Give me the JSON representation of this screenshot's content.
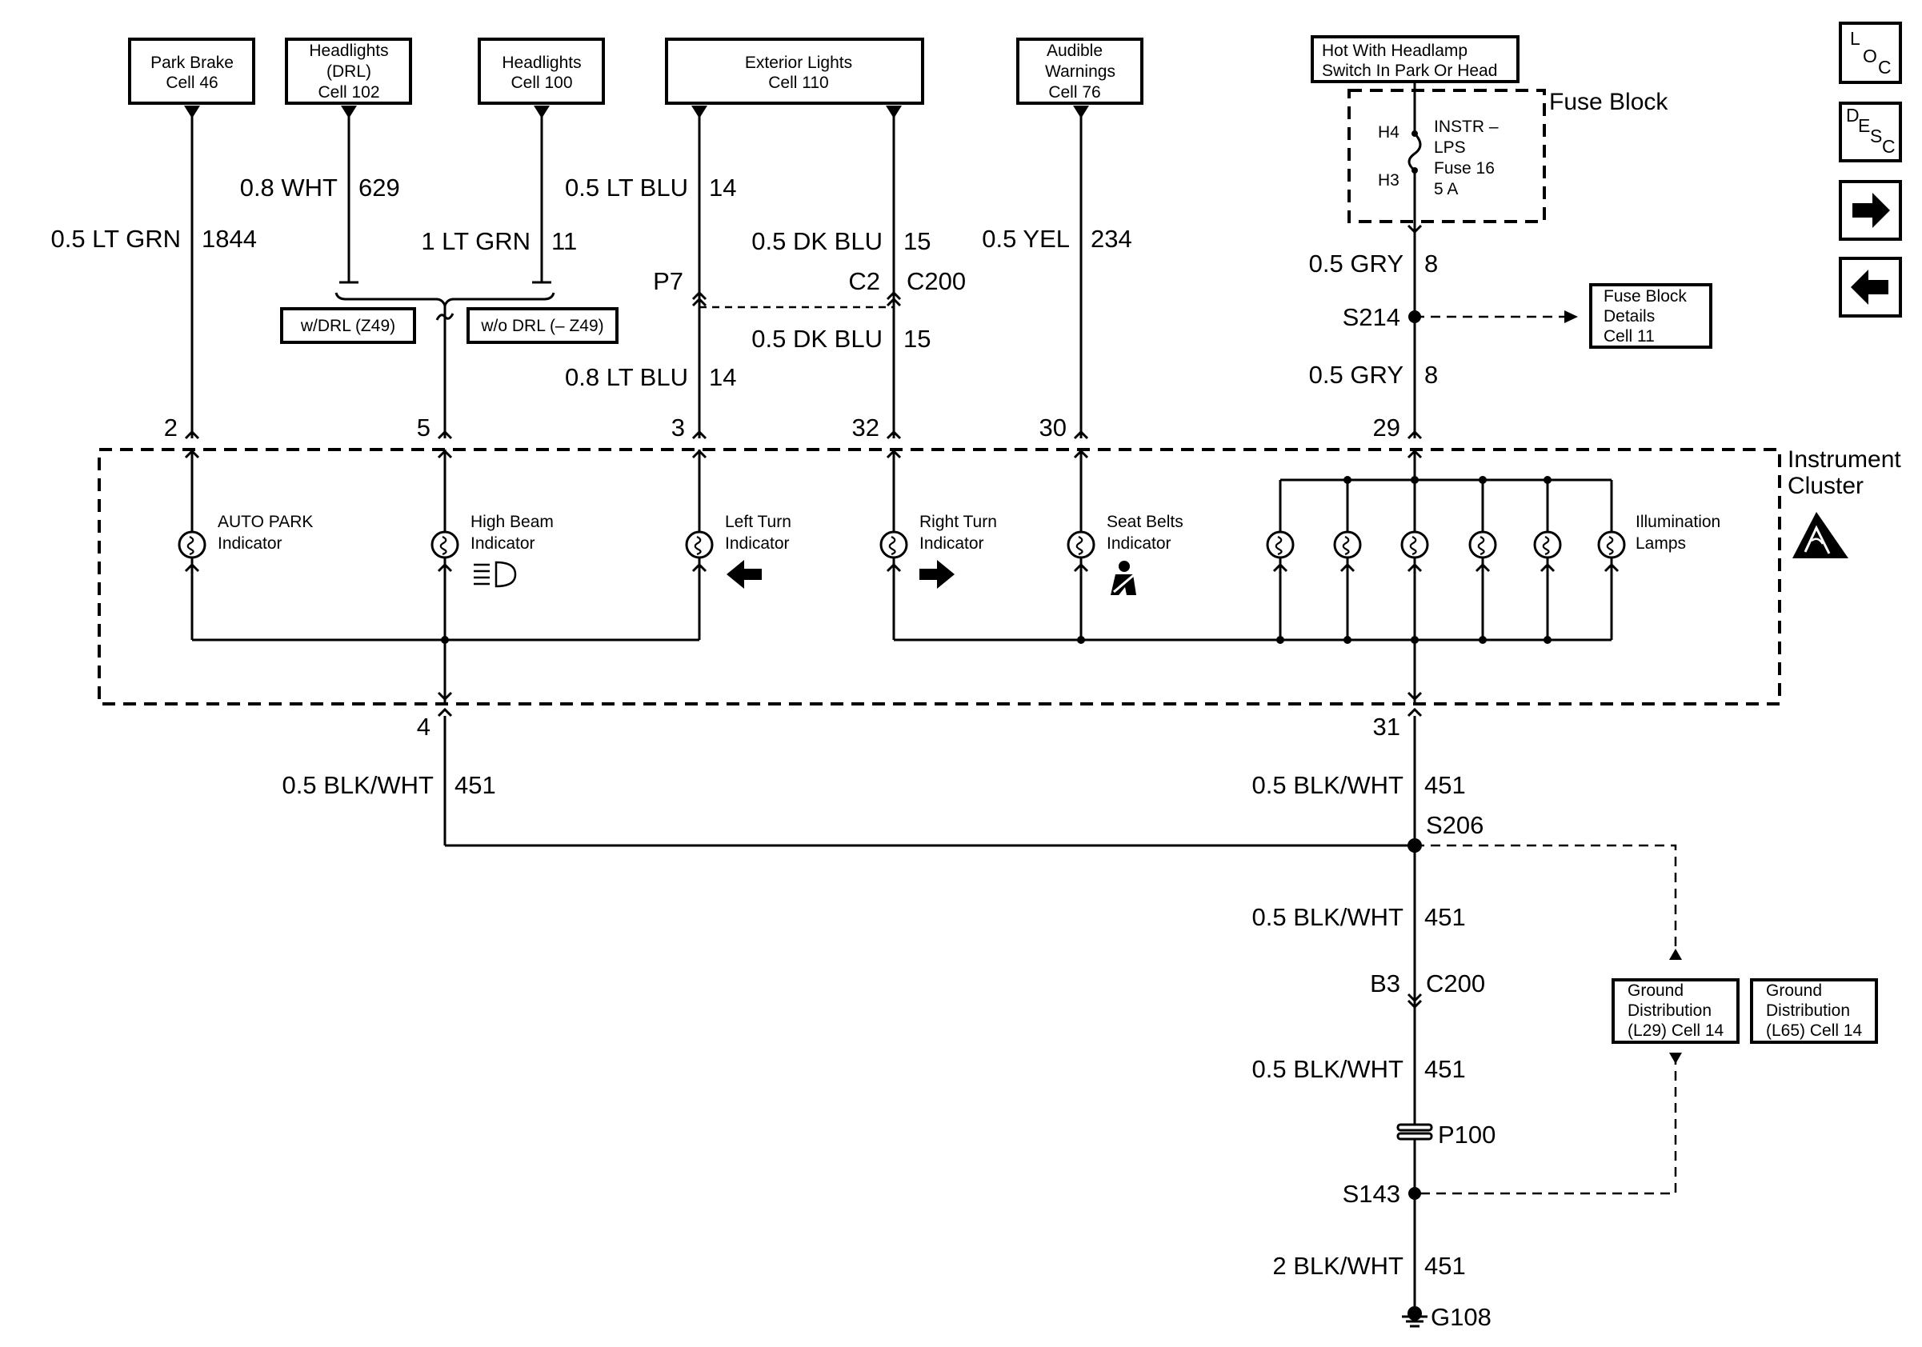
{
  "source_boxes": [
    {
      "lines": [
        "Park Brake",
        "Cell 46"
      ]
    },
    {
      "lines": [
        "Headlights",
        "(DRL)",
        "Cell 102"
      ]
    },
    {
      "lines": [
        "Headlights",
        "Cell 100"
      ]
    },
    {
      "lines": [
        "Exterior Lights",
        "Cell 110"
      ]
    },
    {
      "lines": [
        "Audible",
        "Warnings",
        "Cell 76"
      ]
    }
  ],
  "hot_label": {
    "lines": [
      "Hot With Headlamp",
      "Switch In Park Or Head"
    ]
  },
  "fuse_block": {
    "title": "Fuse Block",
    "fuse_lines": [
      "INSTR –",
      "LPS",
      "Fuse 16",
      "5 A"
    ],
    "pin_top": "H4",
    "pin_bottom": "H3"
  },
  "fuse_block_details": {
    "lines": [
      "Fuse Block",
      "Details",
      "Cell 11"
    ]
  },
  "options": {
    "drl": "w/DRL (Z49)",
    "no_drl": "w/o DRL (– Z49)"
  },
  "wires": [
    {
      "size_color": "0.5 LT GRN",
      "circuit": "1844"
    },
    {
      "size_color": "0.8 WHT",
      "circuit": "629"
    },
    {
      "size_color": "1 LT GRN",
      "circuit": "11"
    },
    {
      "size_color": "0.5 LT BLU",
      "circuit": "14"
    },
    {
      "size_color": "0.8 LT BLU",
      "circuit": "14"
    },
    {
      "size_color": "0.5 DK BLU",
      "circuit": "15"
    },
    {
      "size_color": "0.5 DK BLU",
      "circuit": "15"
    },
    {
      "size_color": "0.5 YEL",
      "circuit": "234"
    },
    {
      "size_color": "0.5 GRY",
      "circuit": "8"
    },
    {
      "size_color": "0.5 GRY",
      "circuit": "8"
    },
    {
      "size_color": "0.5 BLK/WHT",
      "circuit": "451"
    },
    {
      "size_color": "0.5 BLK/WHT",
      "circuit": "451"
    },
    {
      "size_color": "0.5 BLK/WHT",
      "circuit": "451"
    },
    {
      "size_color": "0.5 BLK/WHT",
      "circuit": "451"
    },
    {
      "size_color": "2 BLK/WHT",
      "circuit": "451"
    }
  ],
  "connectors": {
    "p7": "P7",
    "c2": "C2",
    "c200": "C200",
    "b3": "B3",
    "c200_lower": "C200"
  },
  "splices": {
    "s214": "S214",
    "s206": "S206",
    "s143": "S143"
  },
  "pins": [
    "2",
    "5",
    "3",
    "32",
    "30",
    "29",
    "4",
    "31"
  ],
  "cluster_label": [
    "Instrument",
    "Cluster"
  ],
  "lamps": [
    {
      "lines": [
        "AUTO PARK",
        "Indicator"
      ]
    },
    {
      "lines": [
        "High Beam",
        "Indicator"
      ]
    },
    {
      "lines": [
        "Left Turn",
        "Indicator"
      ]
    },
    {
      "lines": [
        "Right Turn",
        "Indicator"
      ]
    },
    {
      "lines": [
        "Seat Belts",
        "Indicator"
      ]
    },
    {
      "lines": [
        "Illumination",
        "Lamps"
      ]
    }
  ],
  "ground_boxes": [
    {
      "lines": [
        "Ground",
        "Distribution",
        "(L29) Cell 14"
      ]
    },
    {
      "lines": [
        "Ground",
        "Distribution",
        "(L65) Cell 14"
      ]
    }
  ],
  "pass_through": "P100",
  "ground": "G108",
  "nav": {
    "loc": {
      "l": "L",
      "o": "O",
      "c": "C"
    },
    "desc": {
      "d": "D",
      "e": "E",
      "s": "S",
      "c": "C"
    }
  },
  "icons": [
    "high-beam-icon",
    "left-arrow-icon",
    "right-arrow-icon",
    "seat-belt-icon",
    "esd-warning-icon",
    "next-page-icon",
    "previous-page-icon"
  ]
}
